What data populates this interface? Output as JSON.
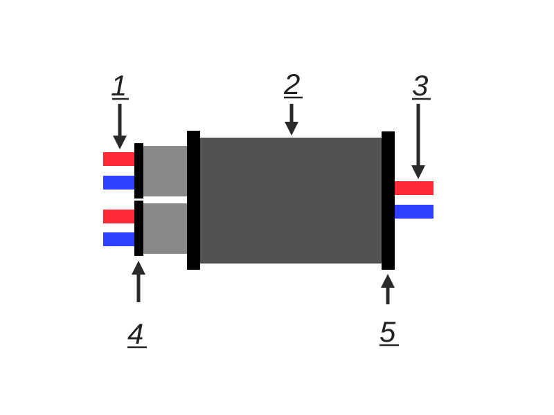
{
  "labels": {
    "l1": "1",
    "l2": "2",
    "l3": "3",
    "l4": "4",
    "l5": "5"
  },
  "colors": {
    "red": "#ff2a35",
    "blue": "#3040ff",
    "black": "#000000",
    "light_gray": "#898989",
    "dark_gray": "#525252",
    "arrow": "#2a2a2a"
  }
}
